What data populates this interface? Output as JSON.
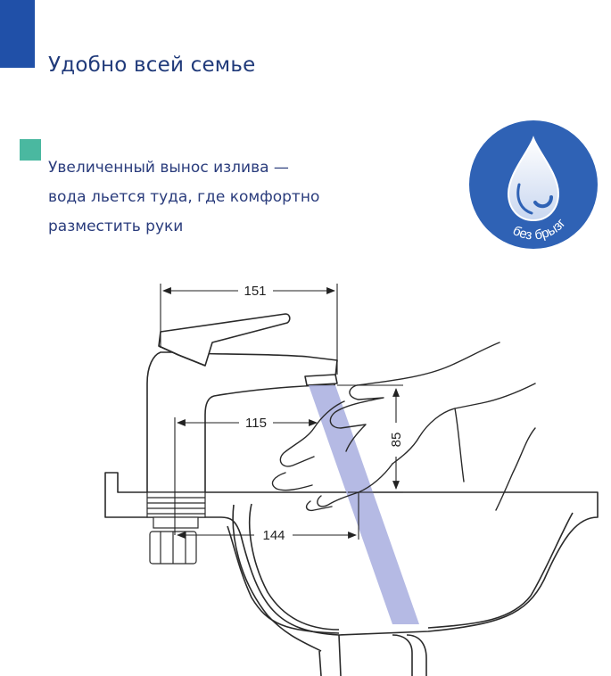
{
  "title": "Удобно всей семье",
  "description": {
    "lines": [
      "Увеличенный вынос излива —",
      "вода льется туда, где комфортно",
      "разместить руки"
    ]
  },
  "badge": {
    "label": "без брызг",
    "icon": "water-drop-icon"
  },
  "dimensions": {
    "spout_reach": "151",
    "spout_axis_offset": "115",
    "stream_height": "85",
    "stream_axis_offset": "144"
  },
  "colors": {
    "accent": "#2050a8",
    "title": "#203a7a",
    "bullet": "#4ab8a0",
    "badge": "#2f62b5",
    "water_stream": "#a8aedf",
    "wash_zone": "#a7d6c8"
  }
}
